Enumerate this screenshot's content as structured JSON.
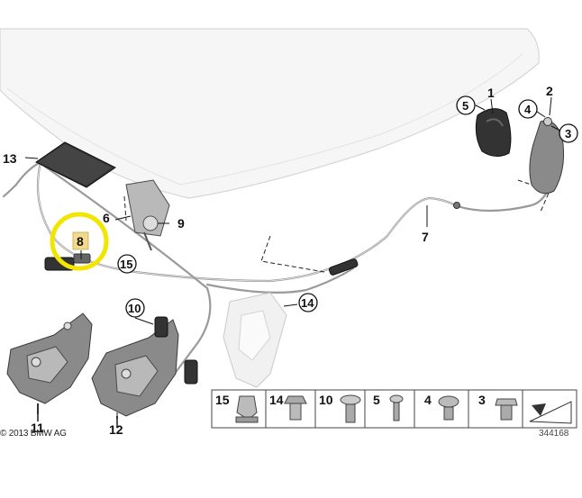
{
  "callouts": {
    "c1": "1",
    "c2": "2",
    "c3": "3",
    "c4": "4",
    "c5": "5",
    "c6": "6",
    "c7": "7",
    "c8": "8",
    "c9": "9",
    "c10": "10",
    "c11": "11",
    "c12": "12",
    "c13": "13",
    "c14": "14",
    "c15": "15"
  },
  "legend": {
    "items": [
      "15",
      "14",
      "10",
      "5",
      "4",
      "3"
    ]
  },
  "footer": {
    "copyright": "© 2013 BMW AG",
    "drawing_id": "344168"
  },
  "colors": {
    "highlight_ring": "#f2e600",
    "highlight_label_bg": "#f3d98e"
  }
}
